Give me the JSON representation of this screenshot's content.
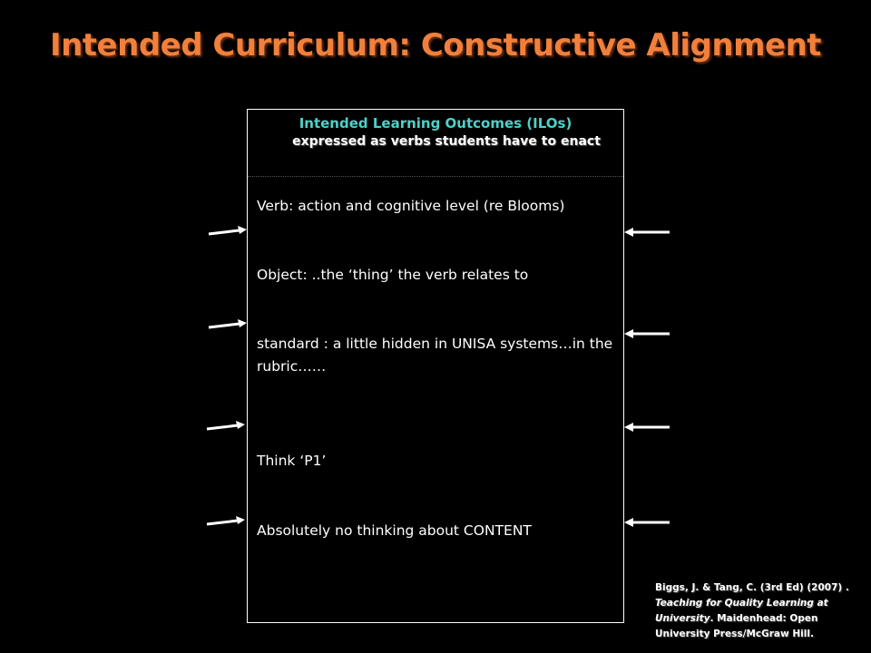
{
  "slide": {
    "title": "Intended Curriculum: Constructive Alignment"
  },
  "box": {
    "heading": "Intended Learning Outcomes (ILOs)",
    "subheading": "expressed as verbs students have to enact",
    "statements": [
      "Verb: action and cognitive level (re Blooms)",
      "Object: ..the ‘thing’ the verb relates to",
      "standard : a little hidden in UNISA systems…in the rubric……",
      "Think ‘P1’",
      "Absolutely no thinking about CONTENT"
    ]
  },
  "citation": {
    "authors": "Biggs, J. & Tang, C. (3rd Ed) (2007) .",
    "book_title": "Teaching for Quality Learning at University",
    "publisher": ". Maidenhead: Open University Press/McGraw Hill."
  },
  "colors": {
    "background": "#000000",
    "title": "#f0803c",
    "heading": "#4fd0c8",
    "text": "#ffffff"
  }
}
